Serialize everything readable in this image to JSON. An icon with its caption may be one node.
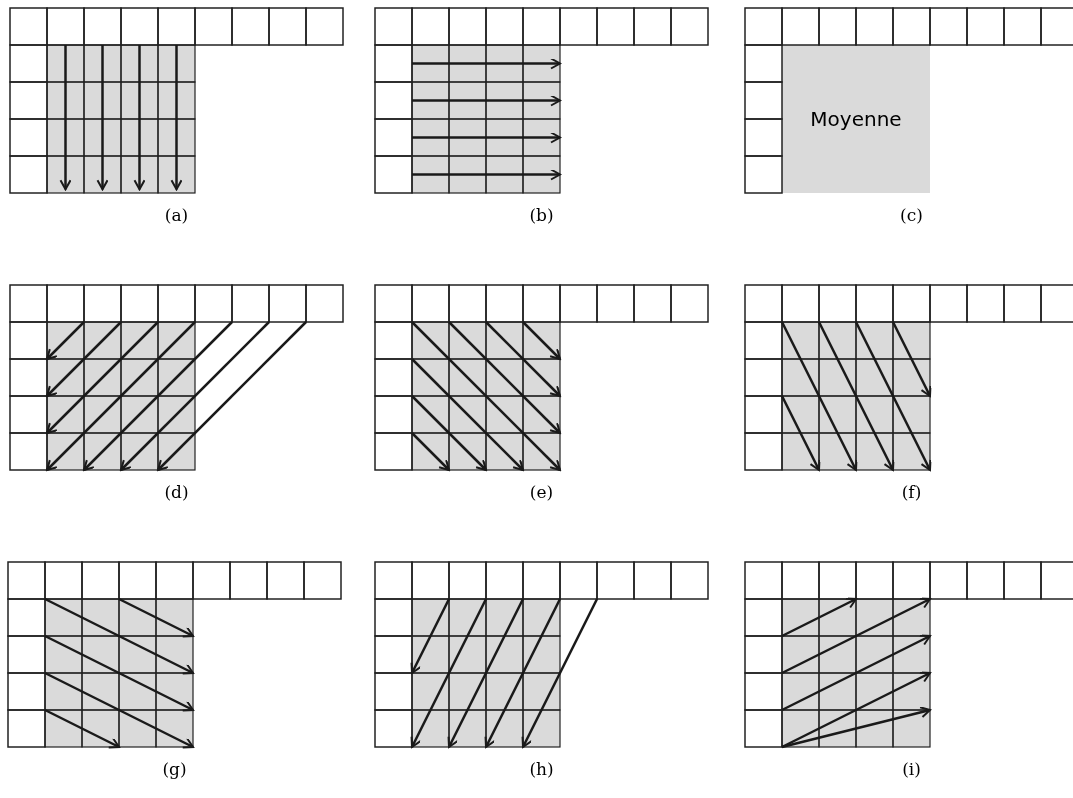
{
  "diagram": {
    "labels": [
      "Moyenne",
      "(a)",
      "(b)",
      "(c)",
      "(d)",
      "(e)",
      "(f)",
      "(g)",
      "(h)",
      "(i)"
    ]
  }
}
